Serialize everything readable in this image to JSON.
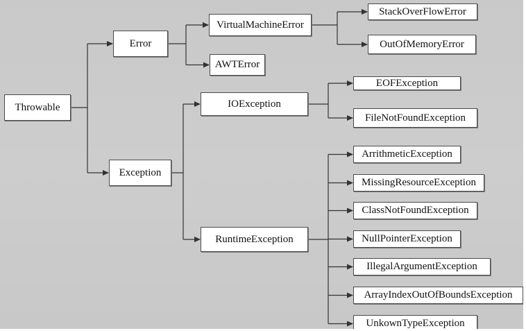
{
  "diagram": {
    "nodes": [
      {
        "id": "throwable",
        "label": "Throwable"
      },
      {
        "id": "error",
        "label": "Error"
      },
      {
        "id": "exception",
        "label": "Exception"
      },
      {
        "id": "vme",
        "label": "VirtualMachineError"
      },
      {
        "id": "awt",
        "label": "AWTError"
      },
      {
        "id": "so",
        "label": "StackOverFlowError"
      },
      {
        "id": "oom",
        "label": "OutOfMemoryError"
      },
      {
        "id": "io",
        "label": "IOException"
      },
      {
        "id": "rt",
        "label": "RuntimeException"
      },
      {
        "id": "eof",
        "label": "EOFException"
      },
      {
        "id": "fnf",
        "label": "FileNotFoundException"
      },
      {
        "id": "arith",
        "label": "ArrithmeticException"
      },
      {
        "id": "mre",
        "label": "MissingResourceException"
      },
      {
        "id": "cnf",
        "label": "ClassNotFoundException"
      },
      {
        "id": "npe",
        "label": "NullPointerException"
      },
      {
        "id": "iae",
        "label": "IllegalArgumentException"
      },
      {
        "id": "aioobe",
        "label": "ArrayIndexOutOfBoundsException"
      },
      {
        "id": "ute",
        "label": "UnkownTypeException"
      }
    ],
    "edges": [
      [
        "throwable",
        "error"
      ],
      [
        "throwable",
        "exception"
      ],
      [
        "error",
        "vme"
      ],
      [
        "error",
        "awt"
      ],
      [
        "vme",
        "so"
      ],
      [
        "vme",
        "oom"
      ],
      [
        "exception",
        "io"
      ],
      [
        "exception",
        "rt"
      ],
      [
        "io",
        "eof"
      ],
      [
        "io",
        "fnf"
      ],
      [
        "rt",
        "arith"
      ],
      [
        "rt",
        "mre"
      ],
      [
        "rt",
        "cnf"
      ],
      [
        "rt",
        "npe"
      ],
      [
        "rt",
        "iae"
      ],
      [
        "rt",
        "aioobe"
      ],
      [
        "rt",
        "ute"
      ]
    ]
  }
}
